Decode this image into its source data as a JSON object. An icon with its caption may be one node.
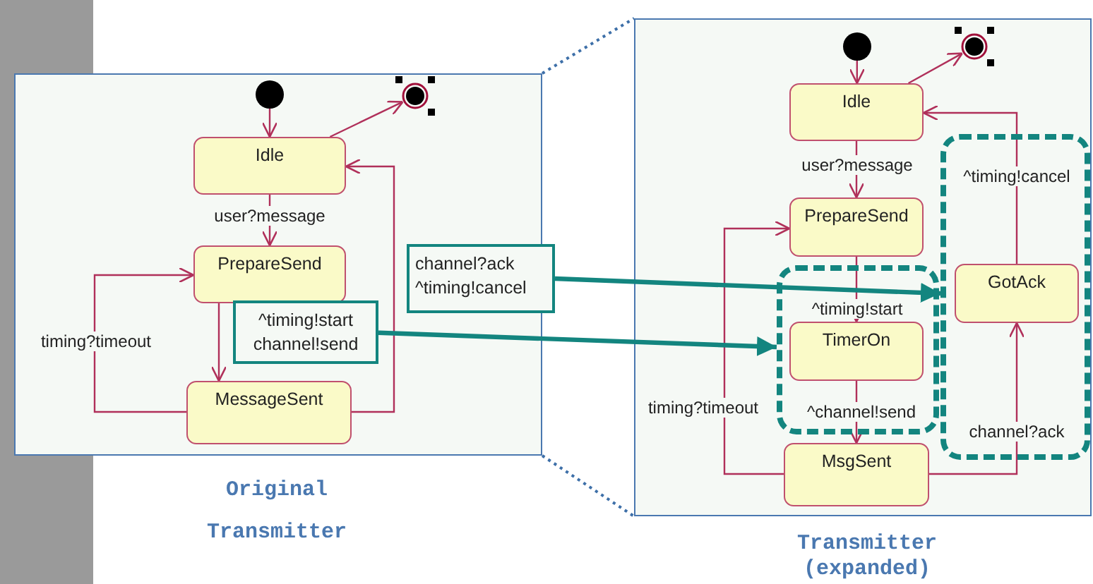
{
  "diagram": {
    "nodes": [
      {
        "text": [],
        "shape": "box",
        "beside": [
          "Original Transmitter"
        ]
      },
      {
        "text": [],
        "shape": "circle",
        "in": 0
      },
      {
        "text": [],
        "shape": "circle",
        "in": 0
      },
      {
        "text": [
          "Idle"
        ],
        "in": 0
      },
      {
        "text": [
          "PrepareSend"
        ],
        "in": 0
      },
      {
        "text": [
          "MessageSent"
        ],
        "in": 0
      },
      {
        "text": [
          "channel?ack ^timing!cancel"
        ],
        "in": 0
      },
      {
        "text": [
          "^timing!start channel!send"
        ],
        "in": 0
      },
      {
        "text": [],
        "shape": "box",
        "beside": [
          "Transmitter (expanded)"
        ]
      },
      {
        "text": [],
        "shape": "circle",
        "in": 8
      },
      {
        "text": [],
        "shape": "circle",
        "in": 8
      },
      {
        "text": [
          "Idle"
        ],
        "in": 8
      },
      {
        "text": [
          "PrepareSend"
        ],
        "in": 8
      },
      {
        "text": [],
        "shape": "box",
        "in": 8
      },
      {
        "text": [
          "TimerOn"
        ],
        "in": 13
      },
      {
        "text": [
          "MsgSent"
        ],
        "in": 8
      },
      {
        "text": [],
        "shape": "box",
        "in": 8
      },
      {
        "text": [
          "GotAck"
        ],
        "in": 16
      }
    ],
    "edges": [
      {
        "from": 1,
        "to": 3,
        "arrow": "to"
      },
      {
        "from": 3,
        "to": 2,
        "arrow": "to"
      },
      {
        "from": 3,
        "to": 4,
        "arrow": "to",
        "label": "user?message"
      },
      {
        "from": 4,
        "to": 5,
        "arrow": "to"
      },
      {
        "from": 5,
        "to": 4,
        "arrow": "to",
        "label": "timing?timeout"
      },
      {
        "from": 5,
        "to": 3,
        "arrow": "to"
      },
      {
        "from": 9,
        "to": 11,
        "arrow": "to"
      },
      {
        "from": 11,
        "to": 10,
        "arrow": "to"
      },
      {
        "from": 11,
        "to": 12,
        "arrow": "to",
        "label": "user?message"
      },
      {
        "from": 12,
        "to": 14,
        "arrow": "to",
        "label": "^timing!start"
      },
      {
        "from": 14,
        "to": 15,
        "arrow": "to",
        "label": "^channel!send"
      },
      {
        "from": 15,
        "to": 12,
        "arrow": "to",
        "label": "timing?timeout"
      },
      {
        "from": 15,
        "to": 17,
        "arrow": "to",
        "label": "channel?ack"
      },
      {
        "from": 17,
        "to": 11,
        "arrow": "to",
        "label": "^timing!cancel"
      },
      {
        "from": 6,
        "to": 16,
        "arrow": "to",
        "style": "thick",
        "color": "#13857f"
      },
      {
        "from": 7,
        "to": 13,
        "arrow": "to",
        "style": "thick",
        "color": "#13857f"
      },
      {
        "from": 0,
        "to": 8,
        "arrow": "none",
        "style": "dashed",
        "color": "#3d6fa8"
      },
      {
        "from": 0,
        "to": 8,
        "arrow": "none",
        "style": "dashed",
        "color": "#3d6fa8"
      }
    ]
  }
}
